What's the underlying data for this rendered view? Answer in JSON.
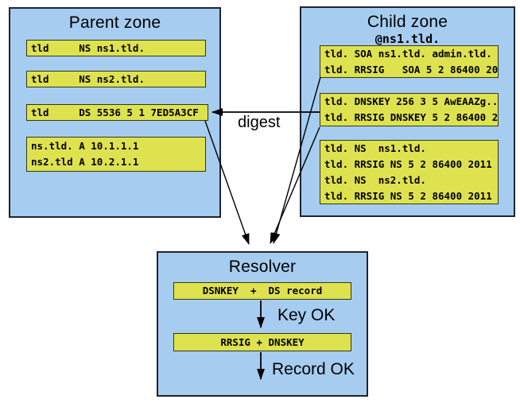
{
  "colors": {
    "zone_fill": "#a6ccf0",
    "record_fill": "#dfe24f",
    "zone_border": "#1f2430",
    "record_border": "#33380f",
    "arrow": "#000000",
    "text": "#000000",
    "background": "#ffffff"
  },
  "parent_zone": {
    "title": "Parent zone",
    "records": {
      "ns1": "tld     NS ns1.tld.",
      "ns2": "tld     NS ns2.tld.",
      "ds": "tld     DS 5536 5 1 7ED5A3CF",
      "glue": "ns.tld. A 10.1.1.1\nns2.tld A 10.2.1.1"
    }
  },
  "child_zone": {
    "title": "Child zone",
    "subtitle": "@ns1.tld.",
    "records": {
      "soa": "tld. SOA ns1.tld. admin.tld.\ntld. RRSIG   SOA 5 2 86400 20",
      "dnskey": "tld. DNSKEY 256 3 5 AwEAAZg..\ntld. RRSIG DNSKEY 5 2 86400 2",
      "ns": "tld. NS  ns1.tld.\ntld. RRSIG NS 5 2 86400 2011\ntld. NS  ns2.tld.\ntld. RRSIG NS 5 2 86400 2011"
    }
  },
  "resolver": {
    "title": "Resolver",
    "steps": {
      "step1": "DSNKEY  +  DS record",
      "step2": "RRSIG + DNSKEY"
    },
    "labels": {
      "key_ok": "Key OK",
      "record_ok": "Record OK"
    }
  },
  "arrows": {
    "digest_label": "digest"
  }
}
